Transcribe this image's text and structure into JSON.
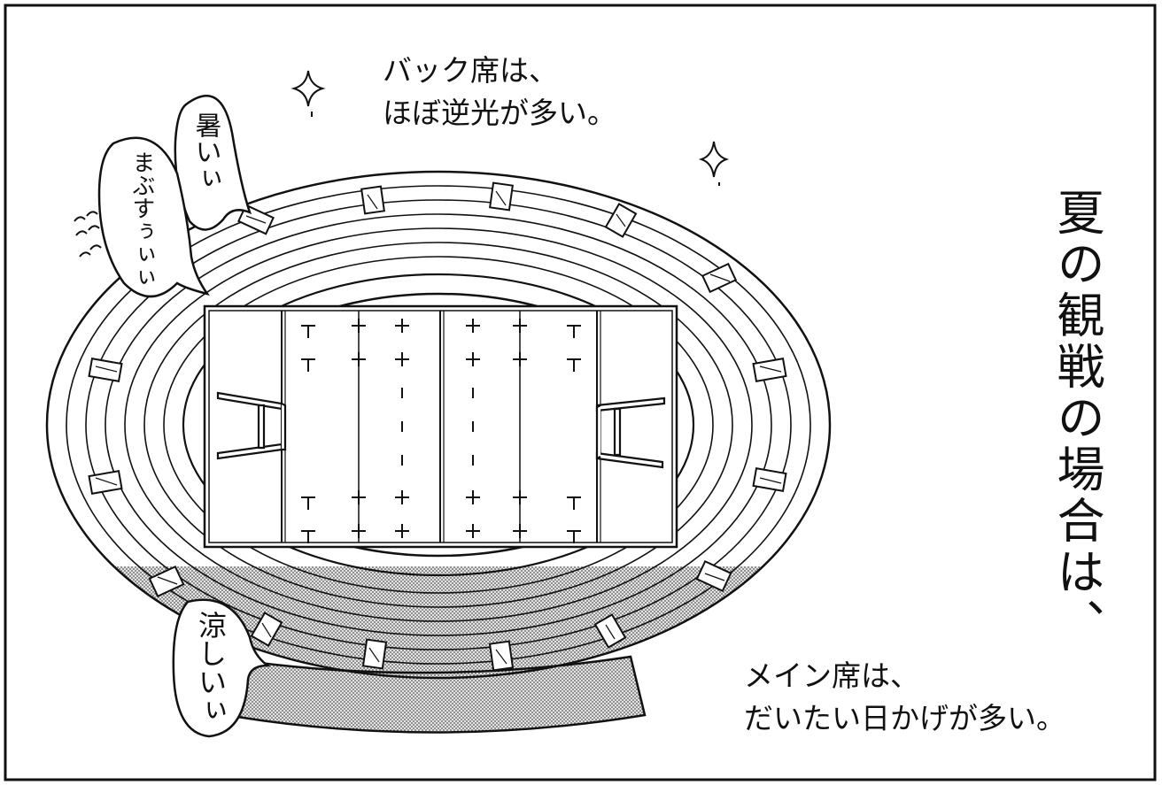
{
  "captions": {
    "back_line1": "バック席は、",
    "back_line2": "ほぼ逆光が多い。",
    "main_line1": "メイン席は、",
    "main_line2": "だいたい日かげが多い。",
    "title": "夏の観戦の場合は、"
  },
  "bubbles": {
    "hot": "暑いぃ",
    "glare": "まぶすぅぃぃ",
    "cool": "涼しいぃ"
  },
  "colors": {
    "ink": "#111111",
    "shade": "#c8c8c8",
    "paper": "#ffffff"
  }
}
